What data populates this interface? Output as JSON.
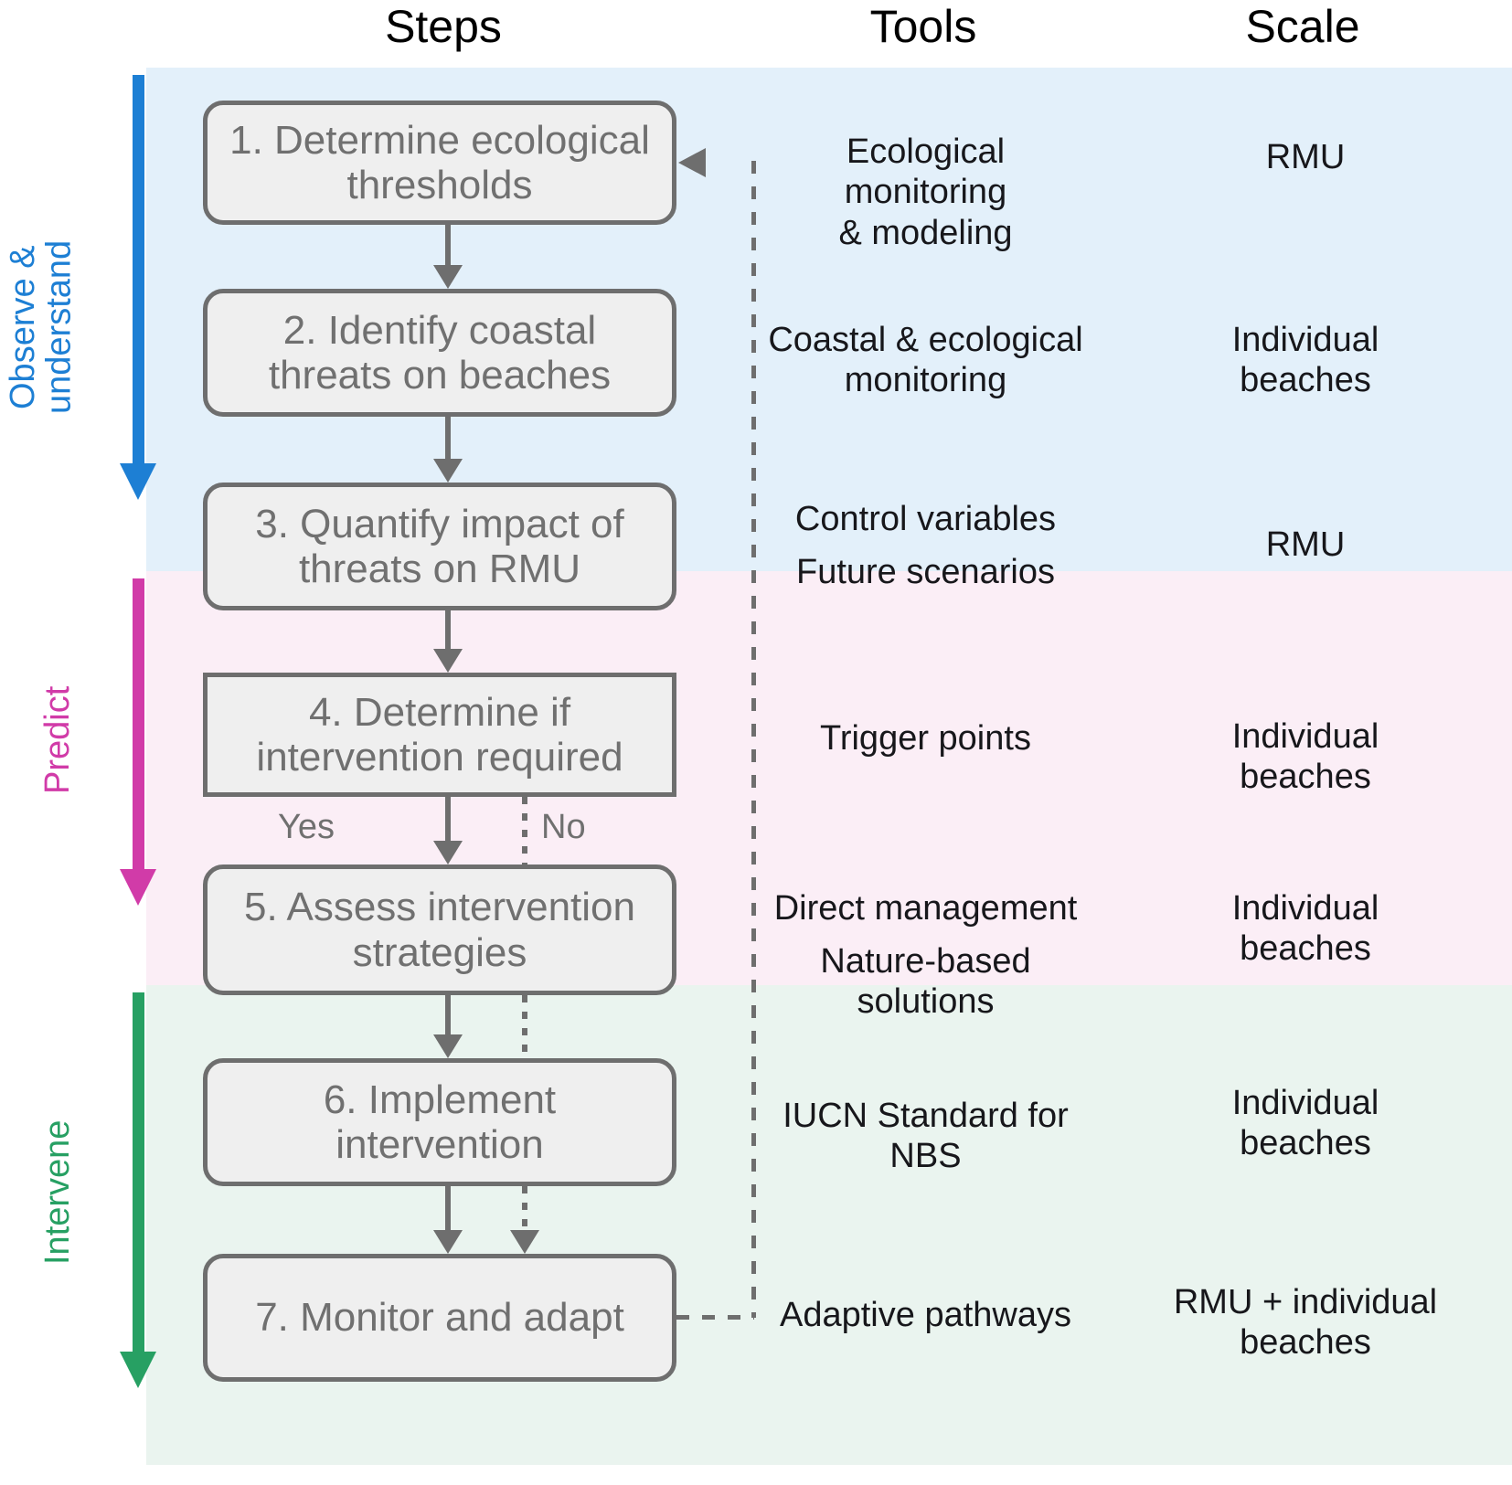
{
  "headers": {
    "steps": "Steps",
    "tools": "Tools",
    "scale": "Scale"
  },
  "phases": [
    {
      "id": "observe",
      "label": "Observe &\nunderstand",
      "color": "#1d7fd4"
    },
    {
      "id": "predict",
      "label": "Predict",
      "color": "#d13ba8"
    },
    {
      "id": "intervene",
      "label": "Intervene",
      "color": "#27a063"
    }
  ],
  "steps": [
    {
      "n": 1,
      "label": "1. Determine ecological thresholds"
    },
    {
      "n": 2,
      "label": "2. Identify coastal threats on beaches"
    },
    {
      "n": 3,
      "label": "3. Quantify impact of threats on RMU"
    },
    {
      "n": 4,
      "label": "4. Determine if intervention required"
    },
    {
      "n": 5,
      "label": "5. Assess intervention strategies"
    },
    {
      "n": 6,
      "label": "6. Implement intervention"
    },
    {
      "n": 7,
      "label": "7. Monitor and adapt"
    }
  ],
  "branch": {
    "yes": "Yes",
    "no": "No"
  },
  "tools": [
    "Ecological monitoring\n& modeling",
    "Coastal & ecological\nmonitoring",
    "Control variables",
    "Future scenarios",
    "Trigger points",
    "Direct management",
    "Nature-based solutions",
    "IUCN Standard for NBS",
    "Adaptive pathways"
  ],
  "scale": [
    "RMU",
    "Individual\nbeaches",
    "RMU",
    "Individual\nbeaches",
    "Individual\nbeaches",
    "Individual\nbeaches",
    "RMU + individual\nbeaches"
  ],
  "colors": {
    "band_observe": "#e3f0fa",
    "band_predict": "#fbeef6",
    "band_intervene": "#eaf4ef",
    "box_fill": "#efefef",
    "box_stroke": "#6e6e6e",
    "box_text": "#707070",
    "connector": "#6e6e6e"
  }
}
